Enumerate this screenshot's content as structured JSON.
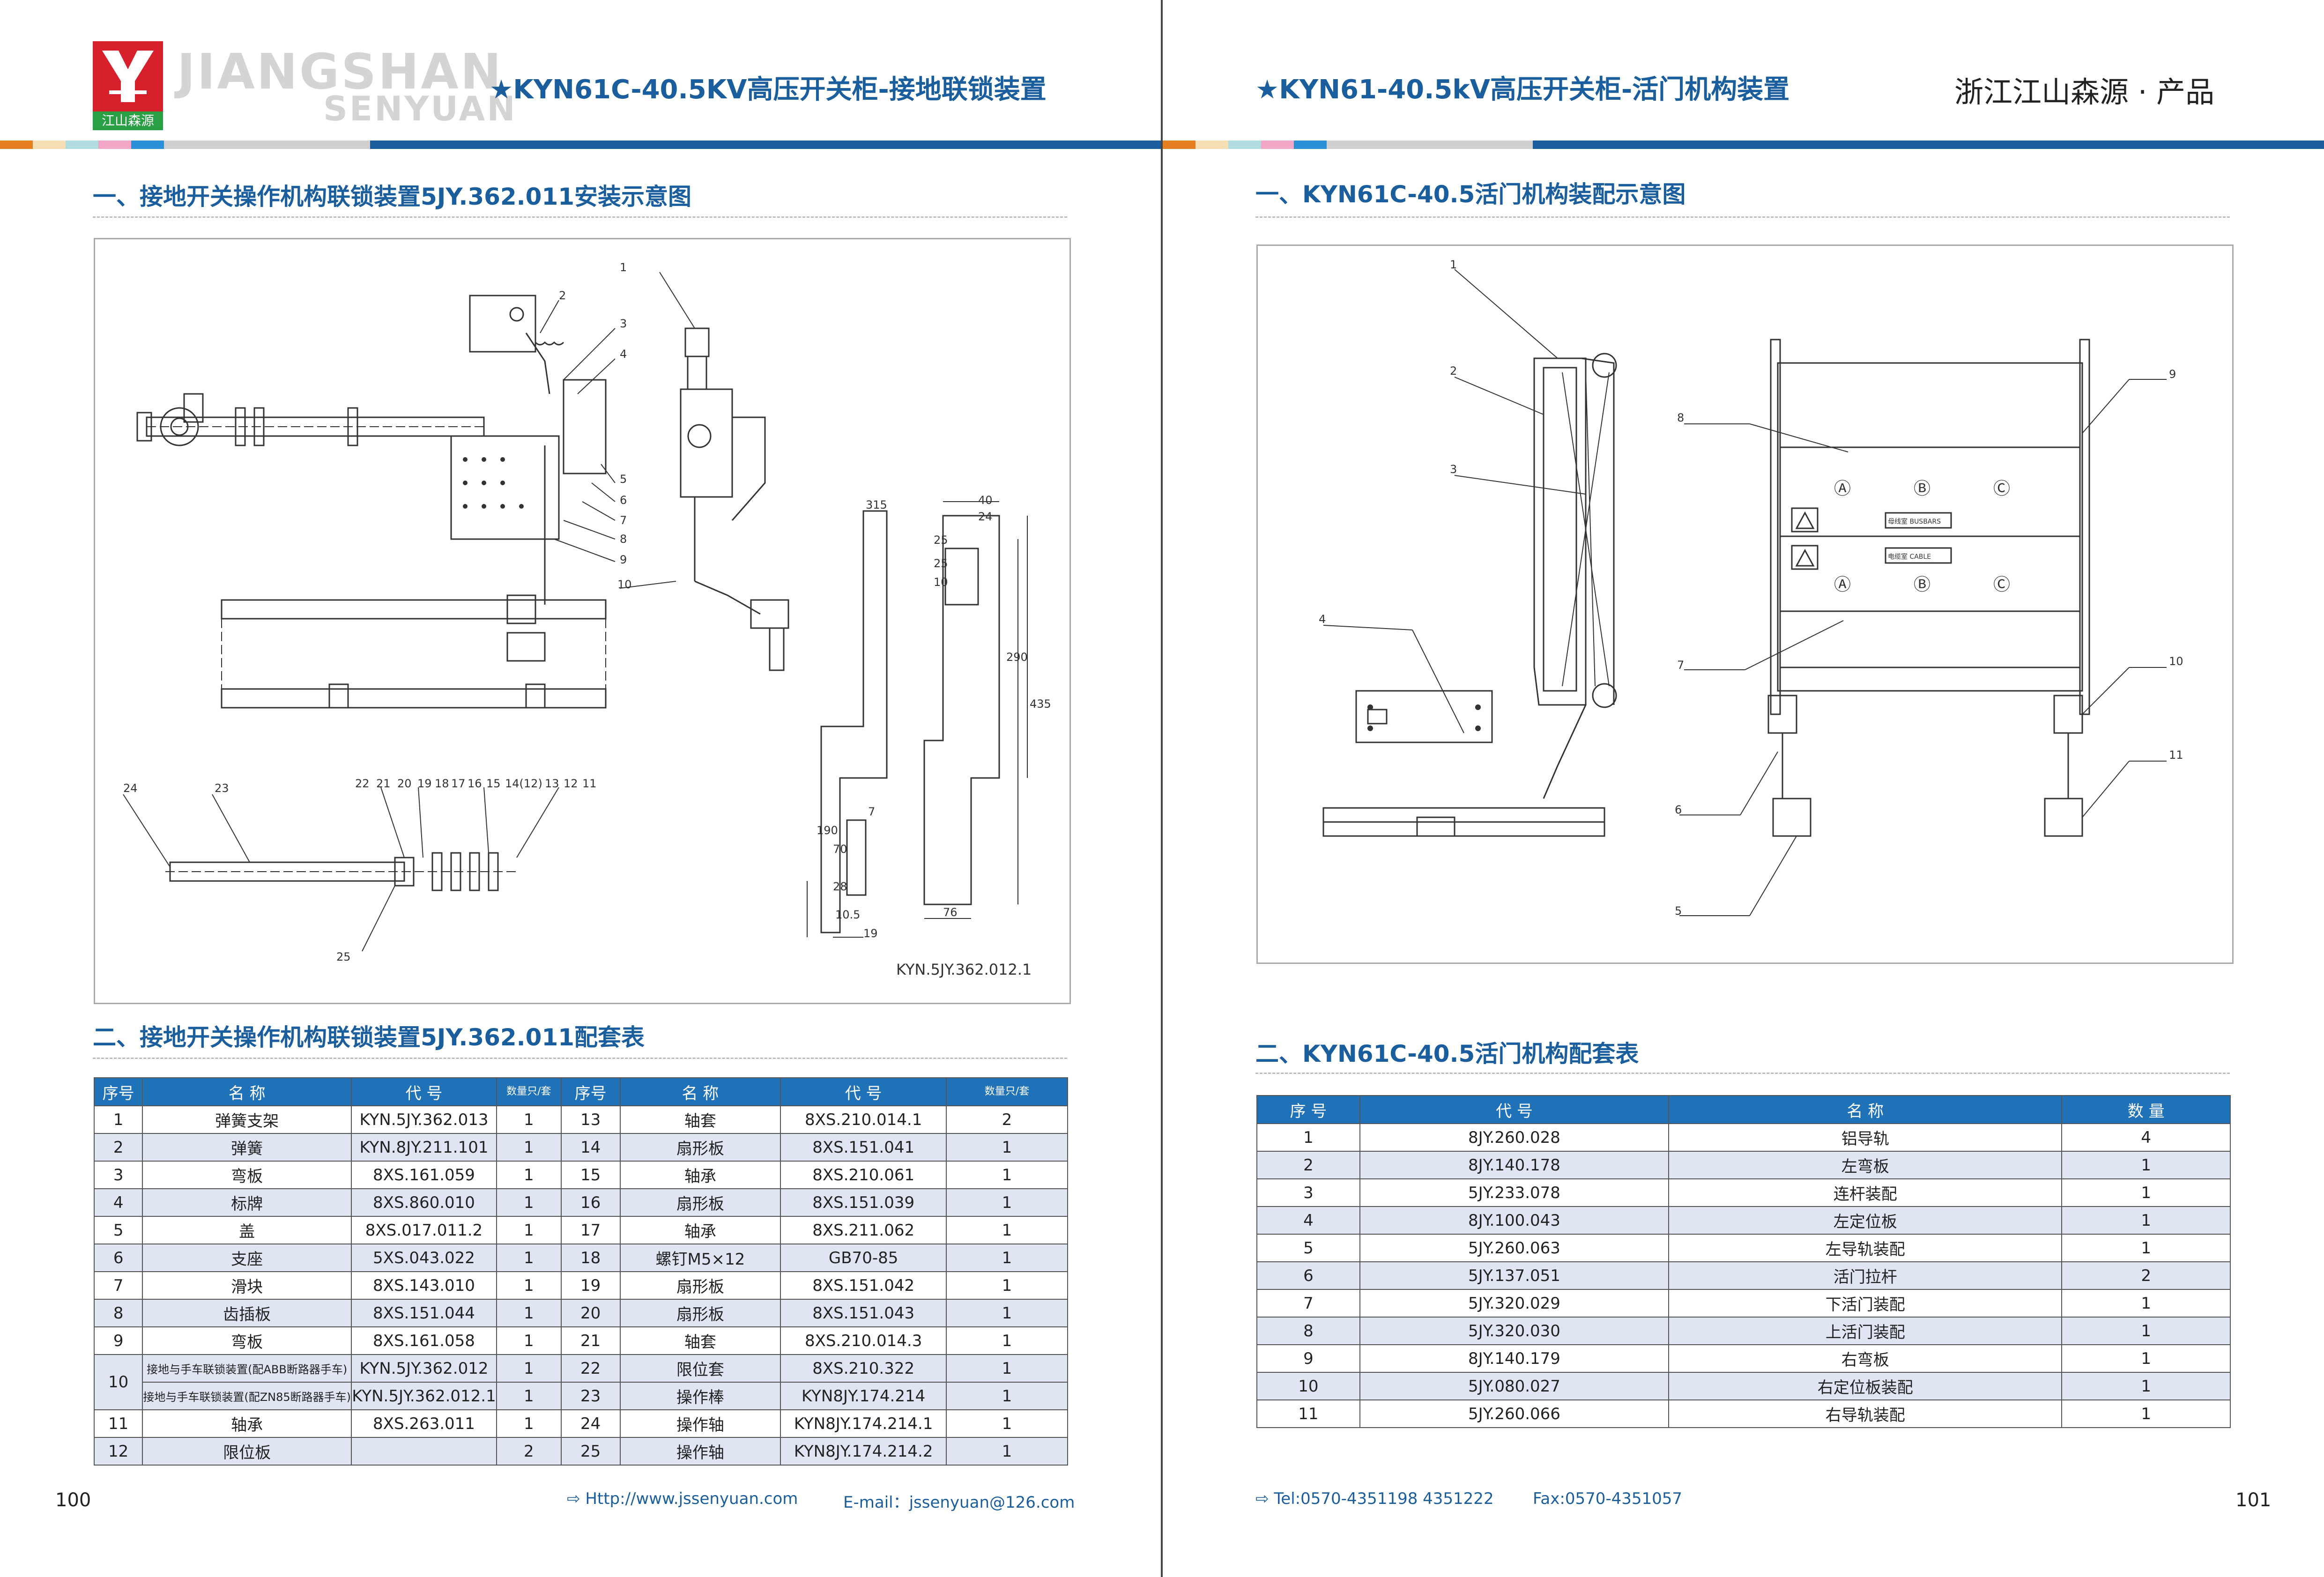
{
  "left": {
    "logo": {
      "brand_big": "JIANGSHAN",
      "brand_small": "SENYUAN",
      "badge_text": "江山森源"
    },
    "header_title": "★KYN61C-40.5KV高压开关柜-接地联锁装置",
    "section1_title": "一、接地开关操作机构联锁装置5JY.362.011安装示意图",
    "figure": {
      "part_numbers_top": [
        "1",
        "2",
        "3",
        "4",
        "5",
        "6",
        "7",
        "8",
        "9",
        "10"
      ],
      "part_numbers_bottom": [
        "24",
        "23",
        "22",
        "21",
        "20",
        "19",
        "18",
        "17",
        "16",
        "15",
        "14(12)",
        "13",
        "12",
        "11",
        "25"
      ],
      "dims": [
        "315",
        "40",
        "24",
        "25",
        "25",
        "10",
        "290",
        "435",
        "190",
        "70",
        "28",
        "7",
        "10.5",
        "19",
        "76"
      ],
      "drawing_code": "KYN.5JY.362.012.1"
    },
    "section2_title": "二、接地开关操作机构联锁装置5JY.362.011配套表",
    "table_headers": [
      "序号",
      "名 称",
      "代 号",
      "数量只/套",
      "序号",
      "名 称",
      "代 号",
      "数量只/套"
    ],
    "rows": [
      {
        "n1": "1",
        "name1": "弹簧支架",
        "code1": "KYN.5JY.362.013",
        "q1": "1",
        "n2": "13",
        "name2": "轴套",
        "code2": "8XS.210.014.1",
        "q2": "2"
      },
      {
        "n1": "2",
        "name1": "弹簧",
        "code1": "KYN.8JY.211.101",
        "q1": "1",
        "n2": "14",
        "name2": "扇形板",
        "code2": "8XS.151.041",
        "q2": "1"
      },
      {
        "n1": "3",
        "name1": "弯板",
        "code1": "8XS.161.059",
        "q1": "1",
        "n2": "15",
        "name2": "轴承",
        "code2": "8XS.210.061",
        "q2": "1"
      },
      {
        "n1": "4",
        "name1": "标牌",
        "code1": "8XS.860.010",
        "q1": "1",
        "n2": "16",
        "name2": "扇形板",
        "code2": "8XS.151.039",
        "q2": "1"
      },
      {
        "n1": "5",
        "name1": "盖",
        "code1": "8XS.017.011.2",
        "q1": "1",
        "n2": "17",
        "name2": "轴承",
        "code2": "8XS.211.062",
        "q2": "1"
      },
      {
        "n1": "6",
        "name1": "支座",
        "code1": "5XS.043.022",
        "q1": "1",
        "n2": "18",
        "name2": "螺钉M5×12",
        "code2": "GB70-85",
        "q2": "1"
      },
      {
        "n1": "7",
        "name1": "滑块",
        "code1": "8XS.143.010",
        "q1": "1",
        "n2": "19",
        "name2": "扇形板",
        "code2": "8XS.151.042",
        "q2": "1"
      },
      {
        "n1": "8",
        "name1": "齿插板",
        "code1": "8XS.151.044",
        "q1": "1",
        "n2": "20",
        "name2": "扇形板",
        "code2": "8XS.151.043",
        "q2": "1"
      },
      {
        "n1": "9",
        "name1": "弯板",
        "code1": "8XS.161.058",
        "q1": "1",
        "n2": "21",
        "name2": "轴套",
        "code2": "8XS.210.014.3",
        "q2": "1"
      }
    ],
    "row10": {
      "n1": "10",
      "name_a": "接地与手车联锁装置(配ABB断路器手车)",
      "name_b": "接地与手车联锁装置(配ZN85断路器手车)",
      "code_a": "KYN.5JY.362.012",
      "code_b": "KYN.5JY.362.012.1",
      "q_a": "1",
      "q_b": "1",
      "n2a": "22",
      "name2a": "限位套",
      "code2a": "8XS.210.322",
      "q2a": "1",
      "n2b": "23",
      "name2b": "操作棒",
      "code2b": "KYN8JY.174.214",
      "q2b": "1"
    },
    "rows_tail": [
      {
        "n1": "11",
        "name1": "轴承",
        "code1": "8XS.263.011",
        "q1": "1",
        "n2": "24",
        "name2": "操作轴",
        "code2": "KYN8JY.174.214.1",
        "q2": "1"
      },
      {
        "n1": "12",
        "name1": "限位板",
        "code1": "",
        "q1": "2",
        "n2": "25",
        "name2": "操作轴",
        "code2": "KYN8JY.174.214.2",
        "q2": "1"
      }
    ],
    "footer_web": "Http://www.jssenyuan.com",
    "footer_email": "E-mail：jssenyuan@126.com",
    "page_number": "100"
  },
  "right": {
    "header_title": "★KYN61-40.5kV高压开关柜-活门机构装置",
    "company": "浙江江山森源 · 产品",
    "section1_title": "一、KYN61C-40.5活门机构装配示意图",
    "figure": {
      "part_numbers": [
        "1",
        "2",
        "3",
        "4",
        "5",
        "6",
        "7",
        "8",
        "9",
        "10",
        "11"
      ],
      "phase_labels": [
        "Ⓐ",
        "Ⓑ",
        "Ⓒ"
      ],
      "plate_busbar": "母线室 BUSBARS",
      "plate_cable": "电缆室 CABLE"
    },
    "section2_title": "二、KYN61C-40.5活门机构配套表",
    "table_headers": [
      "序 号",
      "代 号",
      "名 称",
      "数 量"
    ],
    "rows": [
      {
        "n": "1",
        "code": "8JY.260.028",
        "name": "铝导轨",
        "q": "4"
      },
      {
        "n": "2",
        "code": "8JY.140.178",
        "name": "左弯板",
        "q": "1"
      },
      {
        "n": "3",
        "code": "5JY.233.078",
        "name": "连杆装配",
        "q": "1"
      },
      {
        "n": "4",
        "code": "8JY.100.043",
        "name": "左定位板",
        "q": "1"
      },
      {
        "n": "5",
        "code": "5JY.260.063",
        "name": "左导轨装配",
        "q": "1"
      },
      {
        "n": "6",
        "code": "5JY.137.051",
        "name": "活门拉杆",
        "q": "2"
      },
      {
        "n": "7",
        "code": "5JY.320.029",
        "name": "下活门装配",
        "q": "1"
      },
      {
        "n": "8",
        "code": "5JY.320.030",
        "name": "上活门装配",
        "q": "1"
      },
      {
        "n": "9",
        "code": "8JY.140.179",
        "name": "右弯板",
        "q": "1"
      },
      {
        "n": "10",
        "code": "5JY.080.027",
        "name": "右定位板装配",
        "q": "1"
      },
      {
        "n": "11",
        "code": "5JY.260.066",
        "name": "右导轨装配",
        "q": "1"
      }
    ],
    "footer_tel": "Tel:0570-4351198  4351222",
    "footer_fax": "Fax:0570-4351057",
    "page_number": "101"
  },
  "colors": {
    "accent_blue": "#1b5e9e",
    "table_header": "#1f72b8",
    "row_alt": "#dfe5f3",
    "logo_red": "#d8202c"
  }
}
